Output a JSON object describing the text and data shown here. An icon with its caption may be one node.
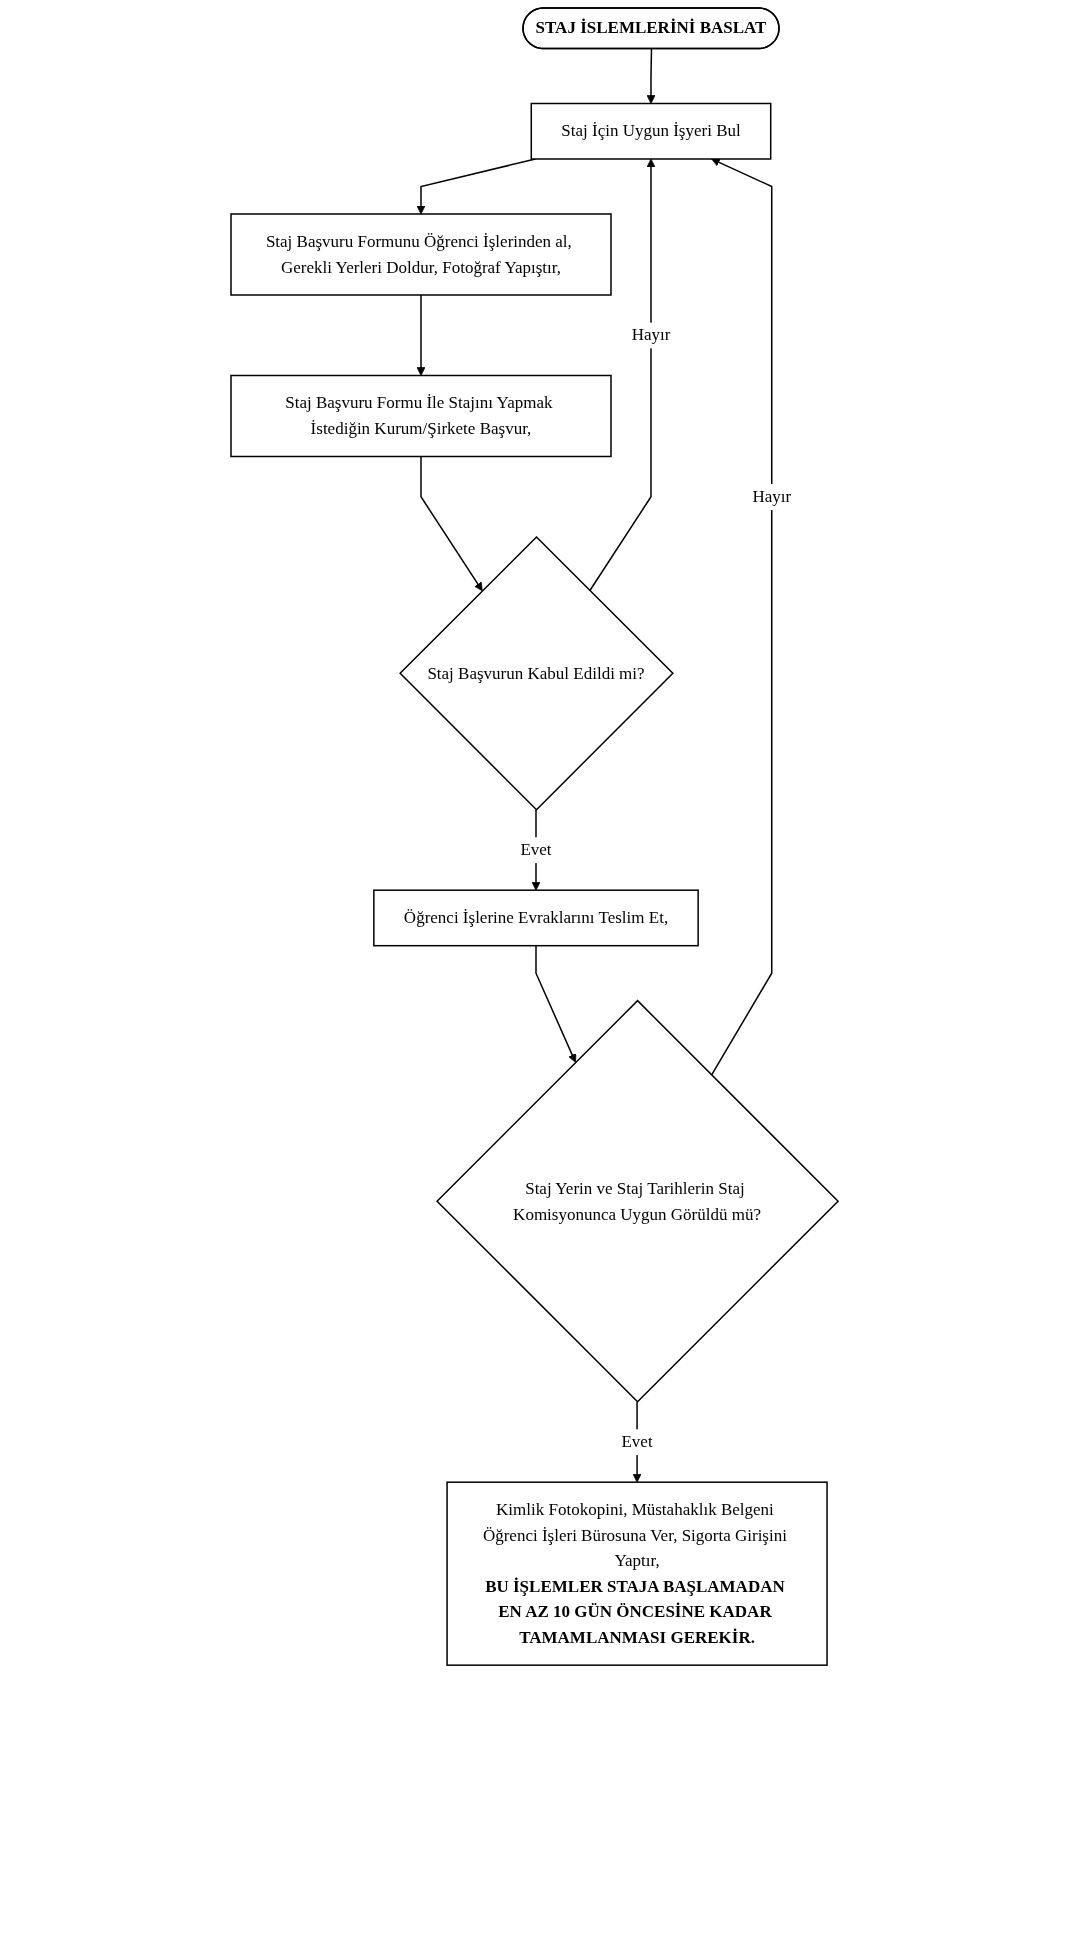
{
  "diagram": {
    "nodes": [
      {
        "text": [
          "STAJ İSLEMLERİNİ BASLAT"
        ]
      },
      {
        "text": [
          "Staj İçin Uygun İşyeri Bul"
        ]
      },
      {
        "text": [
          "Staj Başvuru Formunu Öğrenci İşlerinden al, Gerekli Yerleri Doldur, Fotoğraf Yapıştır,"
        ]
      },
      {
        "text": [
          "Staj Başvuru Formu İle Stajını Yapmak İstediğin Kurum/Şirkete Başvur,"
        ]
      },
      {
        "text": [
          "Staj Başvurun Kabul Edildi mi?"
        ]
      },
      {
        "text": [
          "Öğrenci İşlerine Evraklarını Teslim Et,"
        ]
      },
      {
        "text": [
          "Staj Yerin ve Staj Tarihlerin Staj Komisyonunca Uygun Görüldü mü?"
        ]
      },
      {
        "text": [
          "Kimlik Fotokopini, Müstahaklık Belgeni Öğrenci İşleri Bürosuna Ver, Sigorta Girişini Yaptır,",
          "BU İŞLEMLER STAJA BAŞLAMADAN EN AZ 10 GÜN ÖNCESİNE KADAR TAMAMLANMASI GEREKİR."
        ]
      }
    ],
    "edges": [
      {
        "from": 0,
        "to": 1,
        "arrow": "to"
      },
      {
        "from": 1,
        "to": 2,
        "arrow": "to"
      },
      {
        "from": 2,
        "to": 3,
        "arrow": "to"
      },
      {
        "from": 3,
        "to": 4,
        "arrow": "to"
      },
      {
        "from": 4,
        "to": 1,
        "arrow": "to",
        "label": "Hayır"
      },
      {
        "from": 4,
        "to": 5,
        "arrow": "to",
        "label": "Evet"
      },
      {
        "from": 5,
        "to": 6,
        "arrow": "to"
      },
      {
        "from": 6,
        "to": 1,
        "arrow": "to",
        "label": "Hayır"
      },
      {
        "from": 6,
        "to": 7,
        "arrow": "to",
        "label": "Evet"
      }
    ]
  }
}
